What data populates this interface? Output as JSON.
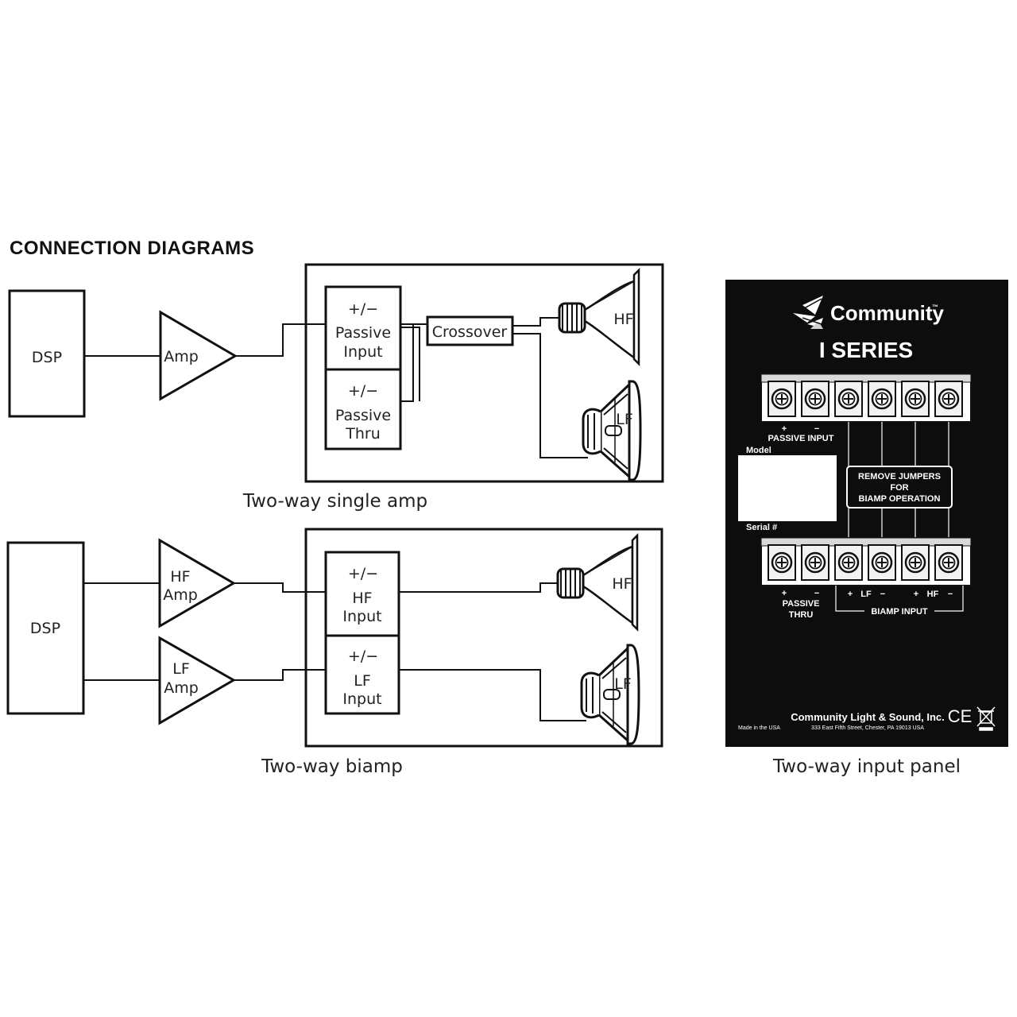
{
  "title": "CONNECTION DIAGRAMS",
  "single_amp": {
    "dsp": "DSP",
    "amp": "Amp",
    "polarity_input": "+/−",
    "passive_input_l1": "Passive",
    "passive_input_l2": "Input",
    "polarity_thru": "+/−",
    "passive_thru_l1": "Passive",
    "passive_thru_l2": "Thru",
    "crossover": "Crossover",
    "hf_driver": "HF",
    "lf_driver": "LF",
    "caption": "Two-way single amp"
  },
  "biamp": {
    "dsp": "DSP",
    "hf_amp_l1": "HF",
    "hf_amp_l2": "Amp",
    "lf_amp_l1": "LF",
    "lf_amp_l2": "Amp",
    "polarity_hf": "+/−",
    "hf_input_l1": "HF",
    "hf_input_l2": "Input",
    "polarity_lf": "+/−",
    "lf_input_l1": "LF",
    "lf_input_l2": "Input",
    "hf_driver": "HF",
    "lf_driver": "LF",
    "caption": "Two-way biamp"
  },
  "panel": {
    "brand": "Community",
    "trademark": "™",
    "series": "I SERIES",
    "top_plus": "+",
    "top_minus": "−",
    "passive_input": "PASSIVE INPUT",
    "model": "Model",
    "serial": "Serial #",
    "remove_l1": "REMOVE JUMPERS",
    "remove_l2": "FOR",
    "remove_l3": "BIAMP OPERATION",
    "bottom_plus": "+",
    "bottom_minus": "−",
    "passive_thru_l1": "PASSIVE",
    "passive_thru_l2": "THRU",
    "lf_plus": "+",
    "lf_label": "LF",
    "lf_minus": "−",
    "hf_plus": "+",
    "hf_label": "HF",
    "hf_minus": "−",
    "biamp_input": "BIAMP INPUT",
    "company": "Community Light & Sound, Inc.",
    "made_in": "Made in the USA",
    "address": "333 East Fifth Street, Chester, PA 19013 USA",
    "ce_mark": "CE",
    "caption": "Two-way input panel"
  }
}
